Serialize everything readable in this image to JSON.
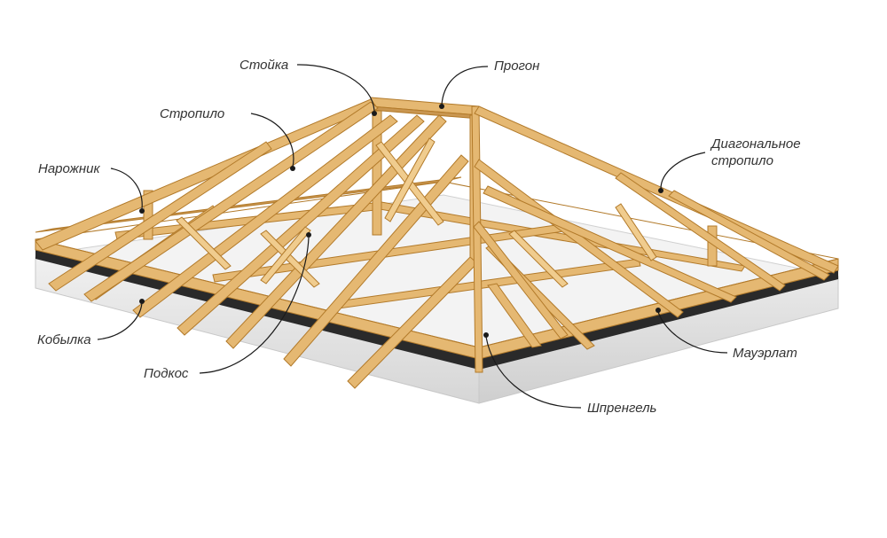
{
  "labels": {
    "stoika": "Стойка",
    "progon": "Прогон",
    "stropilo": "Стропило",
    "diag_line1": "Диагональное",
    "diag_line2": "стропило",
    "narozhnik": "Нарожник",
    "kobylka": "Кобылка",
    "podkos": "Подкос",
    "mauerlat": "Мауэрлат",
    "shprengel": "Шпренгель"
  },
  "colors": {
    "wood": "#e5b872",
    "wood_edge": "#b27a2a",
    "concrete": "#e4e4e4",
    "waterproofing": "#2a2a2a",
    "text": "#333333"
  }
}
